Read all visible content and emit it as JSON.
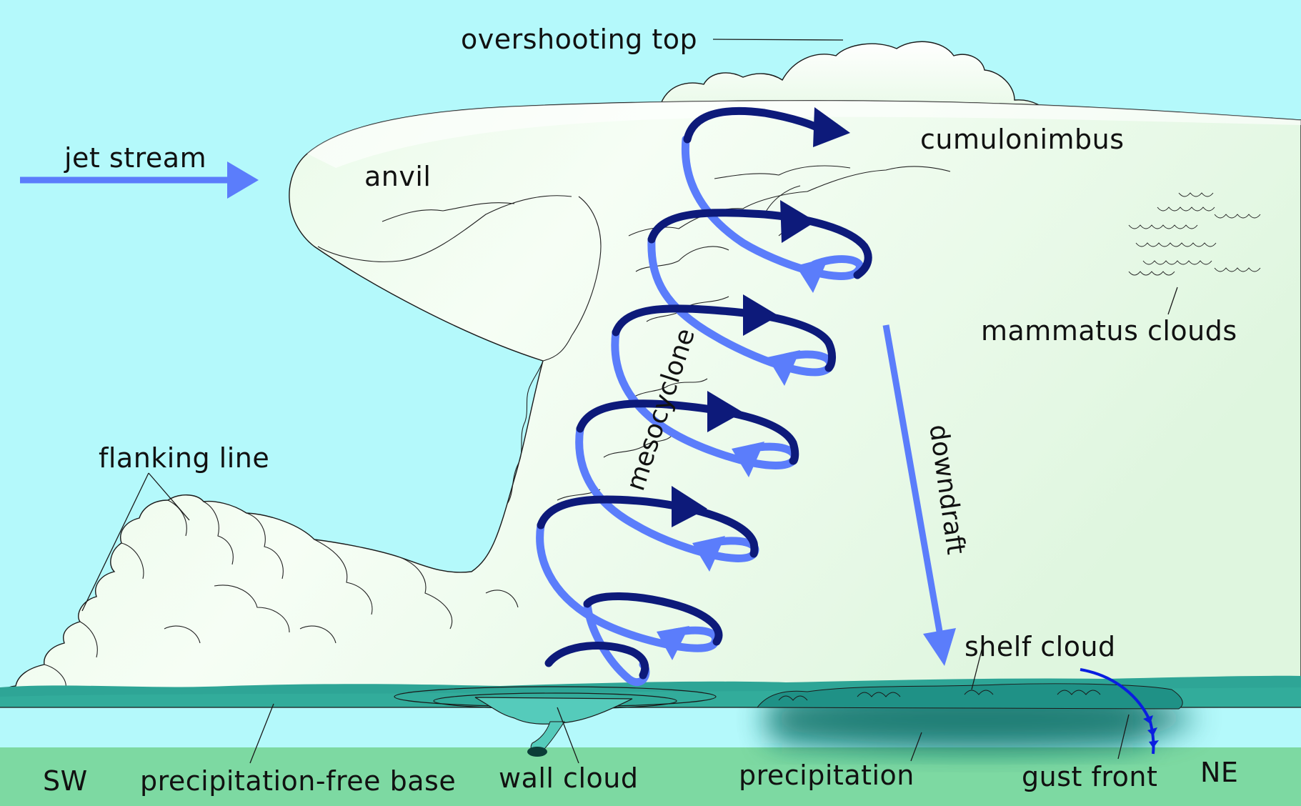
{
  "diagram": {
    "labels": {
      "overshooting_top": "overshooting top",
      "jet_stream": "jet stream",
      "anvil": "anvil",
      "cumulonimbus": "cumulonimbus",
      "mammatus_clouds": "mammatus clouds",
      "flanking_line": "flanking line",
      "mesocyclone": "mesocyclone",
      "downdraft": "downdraft",
      "shelf_cloud": "shelf cloud",
      "sw": "SW",
      "precipitation_free_base": "precipitation-free base",
      "wall_cloud": "wall cloud",
      "precipitation": "precipitation",
      "gust_front": "gust front",
      "ne": "NE"
    },
    "colors": {
      "sky": "#b4f9fb",
      "ground": "#7dd9a2",
      "cloud_light": "#f2fdf1",
      "cloud_shade": "#d9f4da",
      "cloud_base": "#2ea596",
      "wall_cloud": "#55cbbb",
      "light_arrow": "#5b7dfb",
      "dark_arrow": "#0d1a7a",
      "front": "#0a1ee0",
      "outline": "#1a1a1a"
    }
  }
}
